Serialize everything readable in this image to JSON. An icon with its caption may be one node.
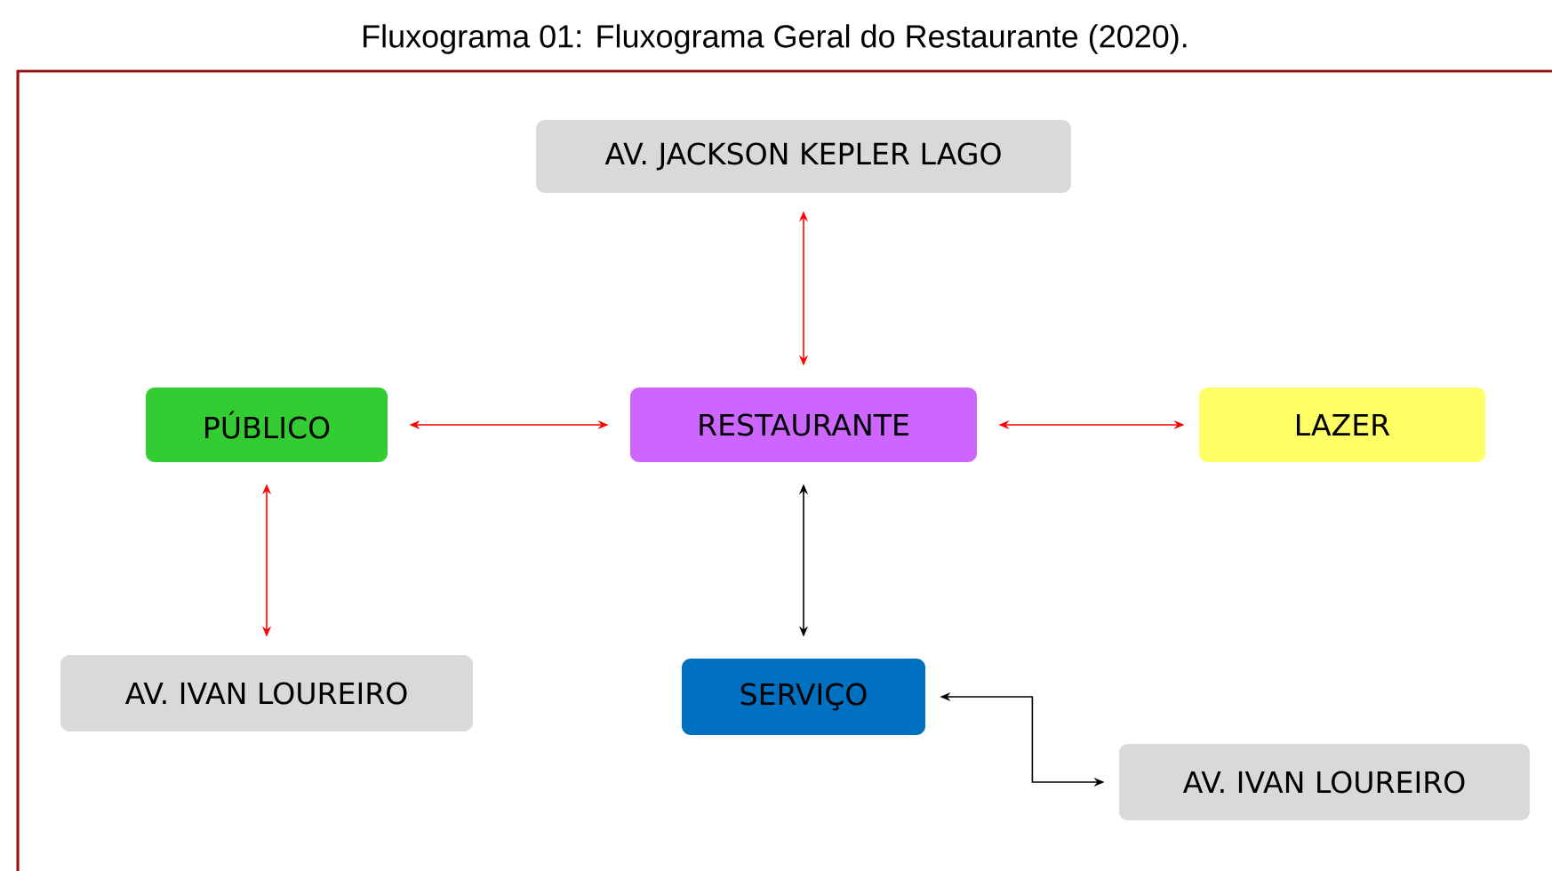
{
  "diagram": {
    "title": "Fluxograma 01: Fluxograma Geral do Restaurante (2020).",
    "nodes": [
      {
        "text": [
          "AV. JACKSON KEPLER LAGO"
        ]
      },
      {
        "text": [
          "PÚBLICO"
        ]
      },
      {
        "text": [
          "RESTAURANTE"
        ]
      },
      {
        "text": [
          "LAZER"
        ]
      },
      {
        "text": [
          "AV. IVAN LOUREIRO"
        ]
      },
      {
        "text": [
          "SERVIÇO"
        ]
      },
      {
        "text": [
          "AV. IVAN LOUREIRO"
        ]
      }
    ],
    "edges": [
      {
        "from": 2,
        "to": 0,
        "arrow": "both"
      },
      {
        "from": 1,
        "to": 2,
        "arrow": "both"
      },
      {
        "from": 2,
        "to": 3,
        "arrow": "both"
      },
      {
        "from": 1,
        "to": 4,
        "arrow": "both"
      },
      {
        "from": 2,
        "to": 5,
        "arrow": "both",
        "color": "#000000"
      },
      {
        "from": 5,
        "to": 6,
        "arrow": "both",
        "color": "#000000"
      }
    ]
  }
}
